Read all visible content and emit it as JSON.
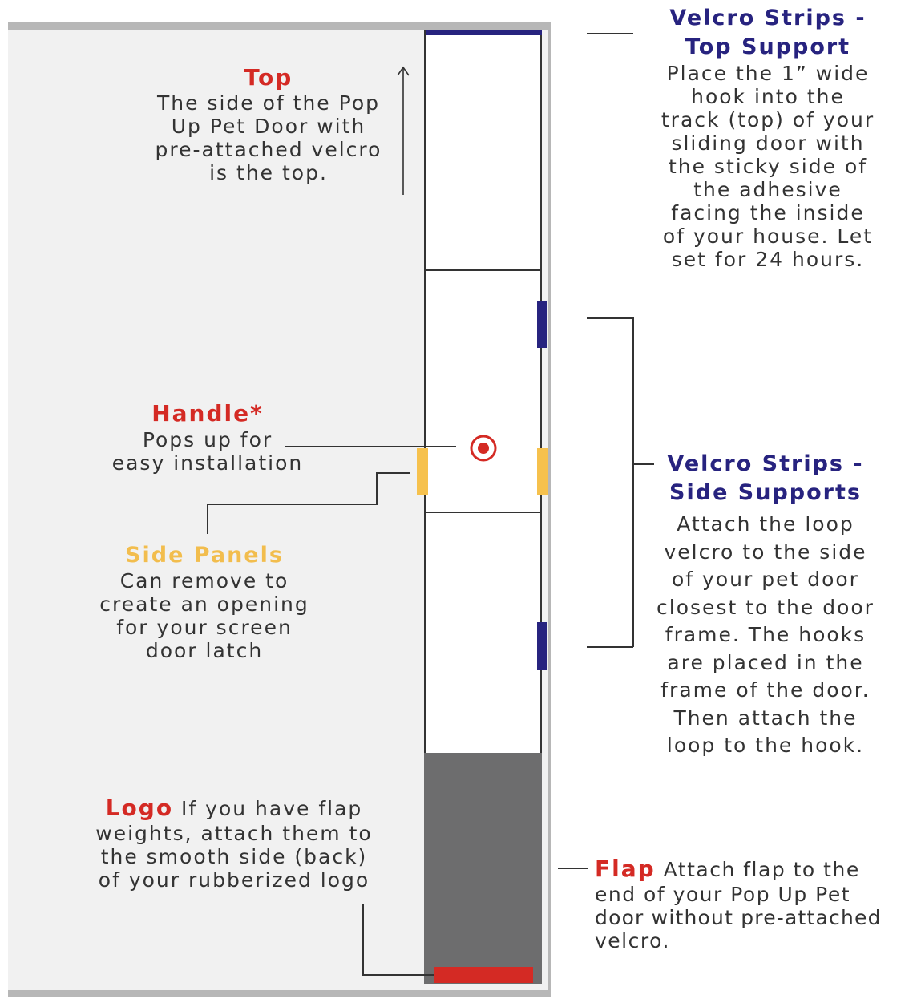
{
  "colors": {
    "door_panel_bg": "#f1f1f1",
    "frame_gray": "#b7b7b7",
    "pet_door_white": "#ffffff",
    "flap_gray": "#6d6d6e",
    "velcro_blue": "#27237f",
    "side_panel_yellow": "#f6c14d",
    "logo_red": "#d42a24",
    "label_red": "#d42a24",
    "label_blue": "#27237f",
    "label_yellow": "#f2bd4d",
    "body_text": "#333333"
  },
  "labels": {
    "top": {
      "title": "Top",
      "lines": [
        "The side of the Pop",
        "Up Pet Door with",
        "pre-attached velcro",
        "is the top."
      ]
    },
    "handle": {
      "title": "Handle*",
      "lines": [
        "Pops up for",
        "easy installation"
      ]
    },
    "side_panels": {
      "title": "Side Panels",
      "lines": [
        "Can remove to",
        "create an opening",
        "for your screen",
        "door latch"
      ]
    },
    "logo": {
      "title": "Logo",
      "first_line_rest": "If you have flap",
      "lines": [
        "weights, attach them to",
        "the smooth side (back)",
        "of your rubberized logo"
      ]
    },
    "velcro_top": {
      "title_lines": [
        "Velcro Strips -",
        "Top Support"
      ],
      "lines": [
        "Place the 1” wide",
        "hook into the",
        "track (top) of your",
        "sliding door with",
        "the sticky side of",
        "the adhesive",
        "facing the inside",
        "of your house. Let",
        "set for 24 hours."
      ]
    },
    "velcro_side": {
      "title_lines": [
        "Velcro Strips -",
        "Side Supports"
      ],
      "lines": [
        "Attach the loop",
        "velcro to the side",
        "of your pet door",
        "closest to the door",
        "frame. The hooks",
        "are placed in the",
        "frame of the door.",
        "Then attach the",
        "loop to the hook."
      ]
    },
    "flap": {
      "title": "Flap",
      "first_line_rest": "Attach flap to the",
      "lines": [
        "end of your Pop Up Pet",
        "door without pre-attached",
        "velcro."
      ]
    }
  },
  "icons": {
    "handle": "target-icon",
    "top_arrow": "arrow-up-icon"
  }
}
